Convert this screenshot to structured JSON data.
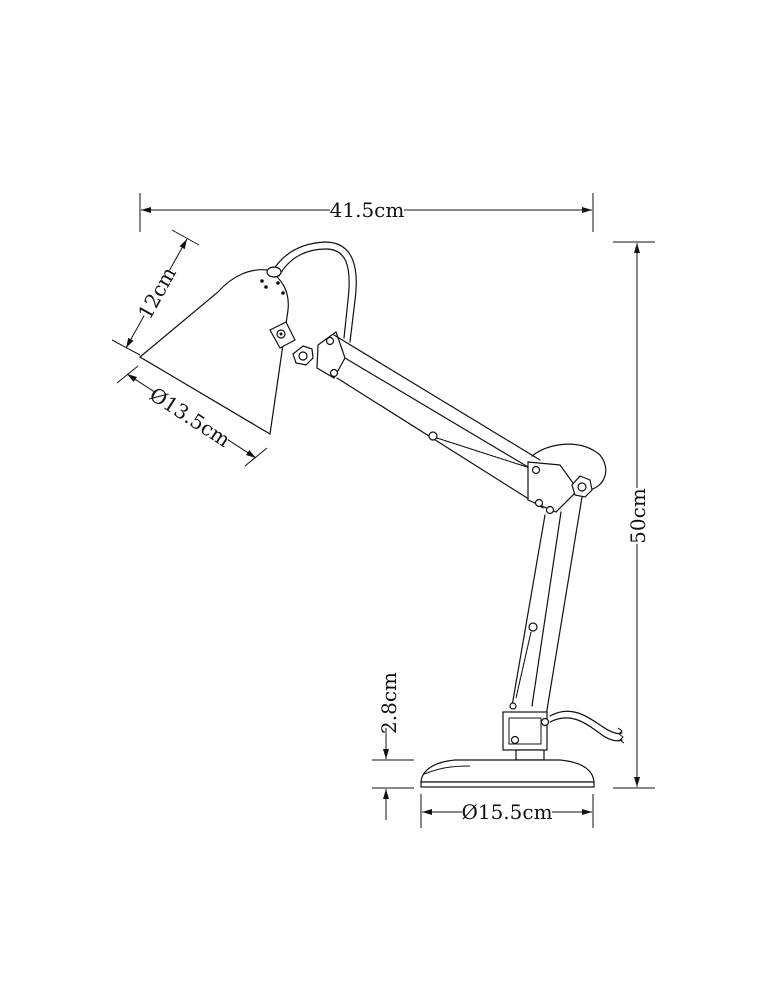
{
  "dimensions": {
    "total_width": "41.5cm",
    "shade_length": "12cm",
    "shade_diameter": "Ø13.5cm",
    "total_height": "50cm",
    "base_height": "2.8cm",
    "base_diameter": "Ø15.5cm"
  }
}
